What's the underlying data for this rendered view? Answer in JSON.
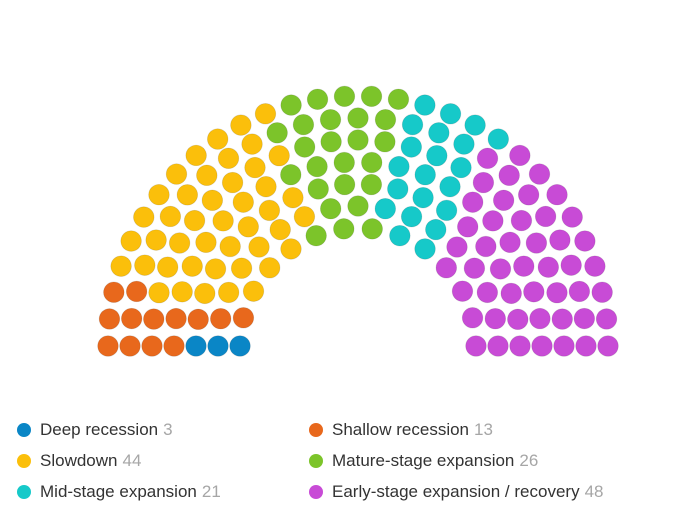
{
  "chart_data": {
    "type": "parliament",
    "title": "",
    "total": 155,
    "series": [
      {
        "name": "Deep recession",
        "value": 3,
        "color": "#0a86c6"
      },
      {
        "name": "Shallow recession",
        "value": 13,
        "color": "#e8681c"
      },
      {
        "name": "Slowdown",
        "value": 44,
        "color": "#fbbf0b"
      },
      {
        "name": "Mature-stage expansion",
        "value": 26,
        "color": "#7cc42a"
      },
      {
        "name": "Mid-stage expansion",
        "value": 21,
        "color": "#16c9c9"
      },
      {
        "name": "Early-stage expansion / recovery",
        "value": 48,
        "color": "#c84bd6"
      }
    ],
    "legend_position": "bottom"
  }
}
